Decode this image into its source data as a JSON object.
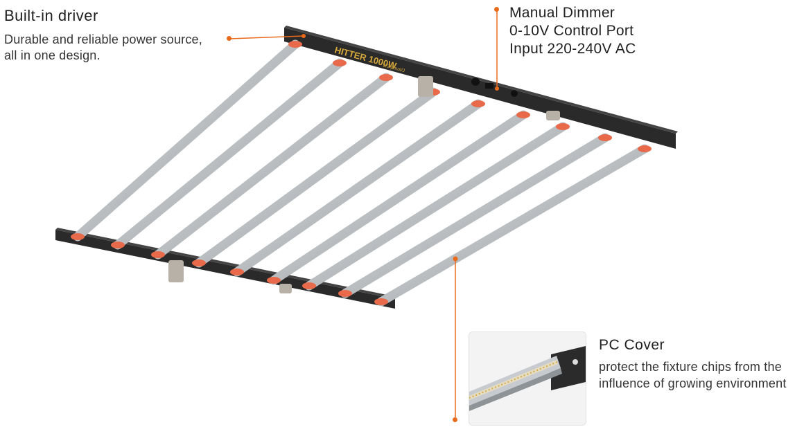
{
  "builtin_driver": {
    "title": "Built-in driver",
    "desc_line1": "Durable and reliable power source,",
    "desc_line2": "all in one design."
  },
  "dimmer": {
    "line1": "Manual Dimmer",
    "line2": "0-10V Control Port",
    "line3": "Input 220-240V AC"
  },
  "pc_cover": {
    "title": "PC Cover",
    "desc_line1": "protect the fixture chips from the",
    "desc_line2": "influence of growing environment"
  },
  "fixture_label": {
    "model": "HITTER 1000W",
    "tag": "3.3 μmol/J"
  },
  "colors": {
    "accent": "#ea6a1c",
    "bar": "#2a2a2a",
    "tube": "#c9ccce"
  }
}
